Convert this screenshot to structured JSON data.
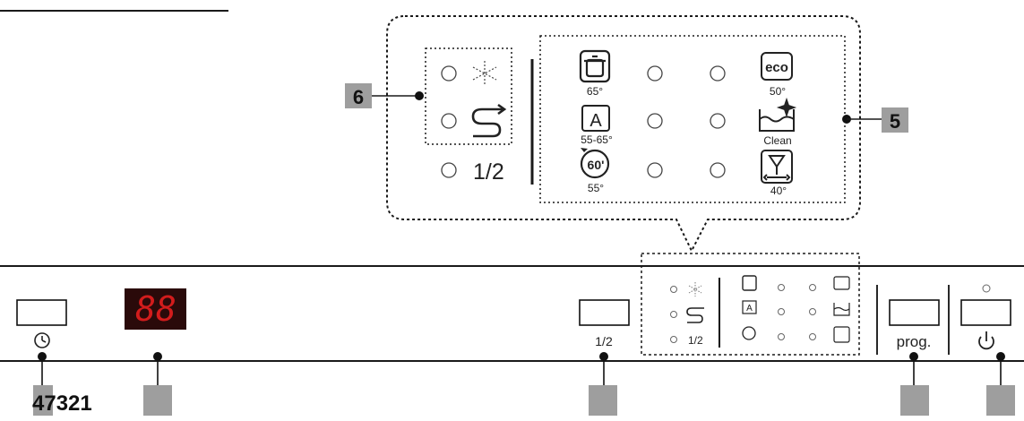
{
  "callouts": {
    "left_number": "6",
    "right_number": "5",
    "bottom_code": "47321"
  },
  "zoom_panel": {
    "options": [
      {
        "icon": "snowflake-icon"
      },
      {
        "icon": "s-flow-icon"
      },
      {
        "label": "1/2"
      }
    ],
    "programs": [
      {
        "icon": "pot-icon",
        "temp": "65°"
      },
      {
        "icon": "auto-icon",
        "badge": "A",
        "temp": "55-65°"
      },
      {
        "icon": "timer-60-icon",
        "badge": "60'",
        "temp": "55°"
      },
      {
        "icon": "eco-icon",
        "badge": "eco",
        "temp": "50°"
      },
      {
        "icon": "clean-basin-icon",
        "temp": "Clean"
      },
      {
        "icon": "glass-icon",
        "temp": "40°"
      }
    ]
  },
  "control_panel": {
    "display_text": "88",
    "half_load_label": "1/2",
    "prog_label": "prog.",
    "mini_half_label": "1/2",
    "icons": [
      "clock-icon",
      "power-icon"
    ]
  },
  "colors": {
    "display_bg": "#2a0a0a",
    "display_segment": "#d21c1c",
    "callout_fill": "#9e9e9e",
    "ink": "#1a1a1a"
  }
}
